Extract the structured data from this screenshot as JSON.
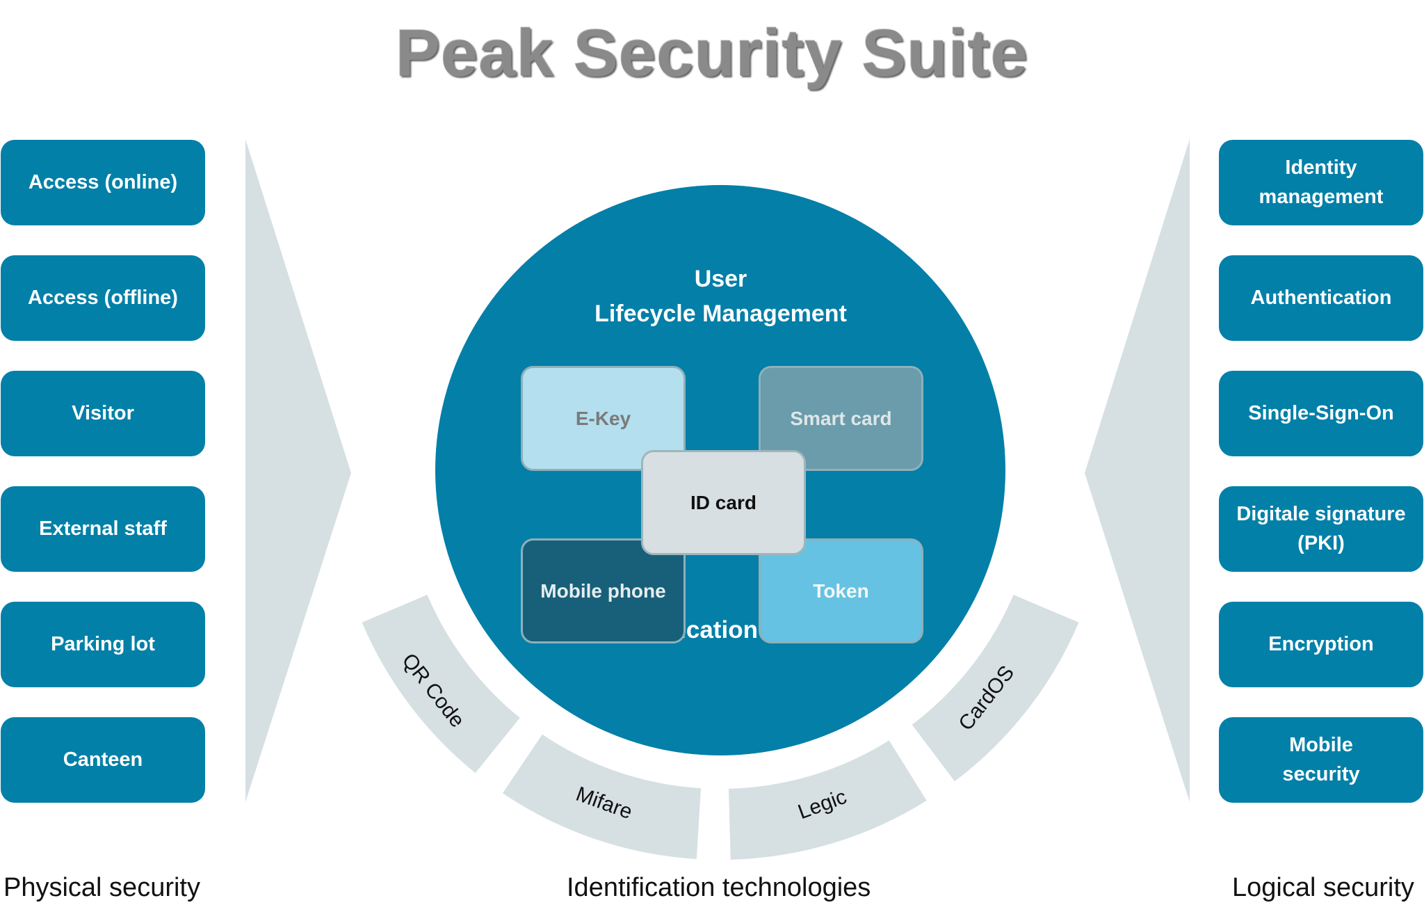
{
  "title": "Peak Security Suite",
  "colors": {
    "box_blue": "#0280a8",
    "circle_blue": "#037fa8",
    "arrow_gray": "#d6e0e3",
    "title_gray": "#8a8a8a",
    "card_ekey": "#b4dfee",
    "card_smartcard": "#6a9cab",
    "card_idcard": "#d7dfe2",
    "card_mobile": "#18607a",
    "card_token": "#66c2e2"
  },
  "physical_security": {
    "label": "Physical security",
    "items": [
      "Access (online)",
      "Access (offline)",
      "Visitor",
      "External staff",
      "Parking lot",
      "Canteen"
    ]
  },
  "logical_security": {
    "label": "Logical security",
    "items": [
      "Identity\nmanagement",
      "Authentication",
      "Single-Sign-On",
      "Digitale signature\n(PKI)",
      "Encryption",
      "Mobile\nsecurity"
    ]
  },
  "center": {
    "heading_line1": "User",
    "heading_line2": "Lifecycle Management",
    "footer": "Identification media",
    "cards": {
      "ekey": "E-Key",
      "smartcard": "Smart card",
      "idcard": "ID card",
      "mobile": "Mobile phone",
      "token": "Token"
    }
  },
  "identification_technologies": {
    "label": "Identification technologies",
    "items": [
      "QR Code",
      "Mifare",
      "Legic",
      "CardOS"
    ]
  }
}
